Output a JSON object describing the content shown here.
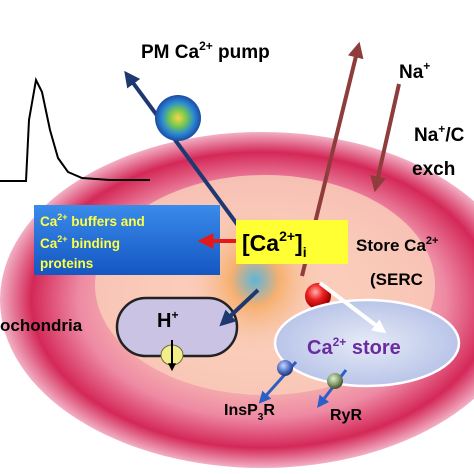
{
  "labels": {
    "pm_pump": {
      "base": "PM Ca",
      "sup": "2+",
      "tail": " pump"
    },
    "na_plus": {
      "base": "Na",
      "sup": "+"
    },
    "exchanger_line1": {
      "base": "Na",
      "sup": "+",
      "tail": "/C"
    },
    "exchanger_line2": "exch",
    "ca_i": {
      "base": "[Ca",
      "sup": "2+",
      "close": "]",
      "sub": "i"
    },
    "buffers": {
      "line1": {
        "base": "Ca",
        "sup": "2+",
        "tail": " buffers and"
      },
      "line2": {
        "base": "Ca",
        "sup": "2+",
        "tail": " binding"
      },
      "line3": "proteins"
    },
    "store_pump_line1": {
      "base": "Store Ca",
      "sup": "2+"
    },
    "store_pump_line2": "(SERC",
    "mitochondria": "ochondria",
    "h_plus": {
      "base": "H",
      "sup": "+"
    },
    "ca_store": {
      "base": "Ca",
      "sup": "2+",
      "tail": " store"
    },
    "insp3r": {
      "base": "InsP",
      "sub": "3",
      "tail": "R"
    },
    "ryr": "RyR"
  },
  "colors": {
    "cell_red": "#d42858",
    "cell_core": "#f9c9b6",
    "arrow_navy": "#1f3870",
    "arrow_brown": "#8e3c3c",
    "buffer_box": "#1f6fd8",
    "buffer_text": "#ffff44",
    "ca_box": "#ffff33",
    "red_arrow": "#e41a1a",
    "store_fill": "#c9d3ee",
    "store_text": "#6a2ca0",
    "mito_fill": "#cac3e3"
  }
}
